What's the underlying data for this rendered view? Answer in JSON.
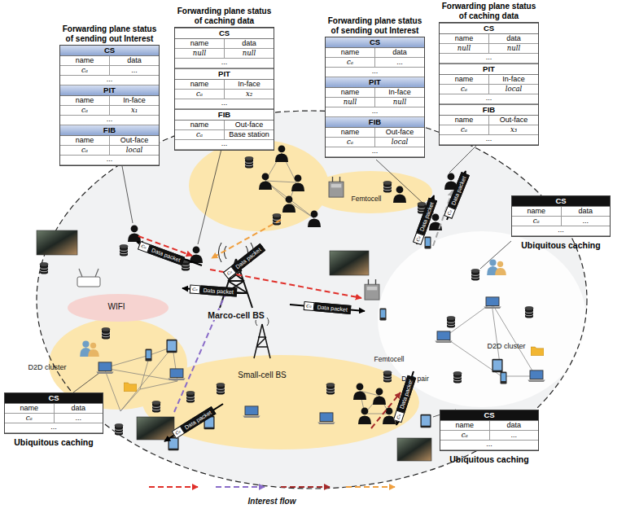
{
  "diagram": {
    "nodes": [
      {
        "text": [
          "Forwarding plane status of sending out Interest",
          "CS",
          "name",
          "data",
          "cₐ",
          "...",
          "...",
          "PIT",
          "name",
          "In-face",
          "cₐ",
          "x₁",
          "...",
          "FIB",
          "name",
          "Out-face",
          "cₐ",
          "local",
          "..."
        ]
      },
      {
        "text": [
          "Forwarding plane status of caching data",
          "CS",
          "name",
          "data",
          "null",
          "null",
          "...",
          "PIT",
          "name",
          "In-face",
          "cₐ",
          "x₂",
          "...",
          "FIB",
          "name",
          "Out-face",
          "cₐ",
          "Base station",
          "..."
        ]
      },
      {
        "text": [
          "Forwarding plane status of sending out Interest",
          "CS",
          "name",
          "data",
          "cₐ",
          "...",
          "...",
          "PIT",
          "name",
          "In-face",
          "null",
          "null",
          "...",
          "FIB",
          "name",
          "Out-face",
          "cₐ",
          "local",
          "..."
        ]
      },
      {
        "text": [
          "Forwarding plane status of caching data",
          "CS",
          "name",
          "data",
          "null",
          "null",
          "...",
          "PIT",
          "name",
          "In-face",
          "cₐ",
          "local",
          "...",
          "FIB",
          "name",
          "Out-face",
          "cₐ",
          "x₃",
          "..."
        ]
      },
      {
        "text": [
          "CS",
          "name",
          "data",
          "cₐ",
          "...",
          "...",
          "Ubiquitous caching"
        ]
      },
      {
        "text": [
          "cₐ",
          "Data packet"
        ]
      },
      {
        "text": [
          "cₐ",
          "Data packet"
        ]
      },
      {
        "text": [
          "cₐ",
          "Data packet"
        ]
      },
      {
        "text": [
          "cₐ",
          "Data packet"
        ]
      },
      {
        "text": [
          "cₐ",
          "Data packet"
        ]
      },
      {
        "text": [
          "cₐ",
          "Data packet"
        ]
      },
      {
        "text": [
          "cₐ",
          "Data packet"
        ]
      },
      {
        "text": [
          "cₐ",
          "Data packet"
        ]
      },
      {
        "text": [
          "CS",
          "name",
          "data",
          "cₐ",
          "...",
          "...",
          "Ubiquitous caching"
        ]
      },
      {
        "text": [
          "CS",
          "name",
          "data",
          "cₐ",
          "...",
          "...",
          "Ubiquitous caching"
        ]
      }
    ],
    "labels": [
      "Femtocell",
      "WIFI",
      "D2D cluster",
      "Marco-cell BS",
      "Femtocell",
      "D2D cluster",
      "D2D pair",
      "Small-cell BS",
      "Interest flow"
    ]
  }
}
